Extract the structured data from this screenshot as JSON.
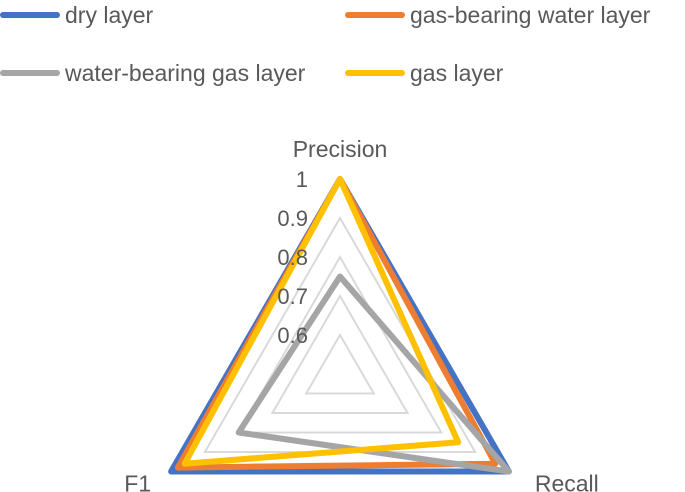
{
  "chart_data": {
    "type": "radar",
    "axes": [
      "Precision",
      "Recall",
      "F1"
    ],
    "tick_labels": [
      "0.6",
      "0.7",
      "0.8",
      "0.9",
      "1"
    ],
    "rlim": [
      0.5,
      1.0
    ],
    "grid": true,
    "legend_position": "top",
    "series": [
      {
        "name": "dry layer",
        "color": "#4472C4",
        "values": [
          1.0,
          1.0,
          1.0
        ]
      },
      {
        "name": "gas-bearing water layer",
        "color": "#ED7D31",
        "values": [
          1.0,
          0.96,
          0.98
        ]
      },
      {
        "name": "water-bearing gas layer",
        "color": "#A5A5A5",
        "values": [
          0.75,
          1.0,
          0.8
        ]
      },
      {
        "name": "gas layer",
        "color": "#FFC000",
        "values": [
          1.0,
          0.85,
          0.96
        ]
      }
    ]
  }
}
